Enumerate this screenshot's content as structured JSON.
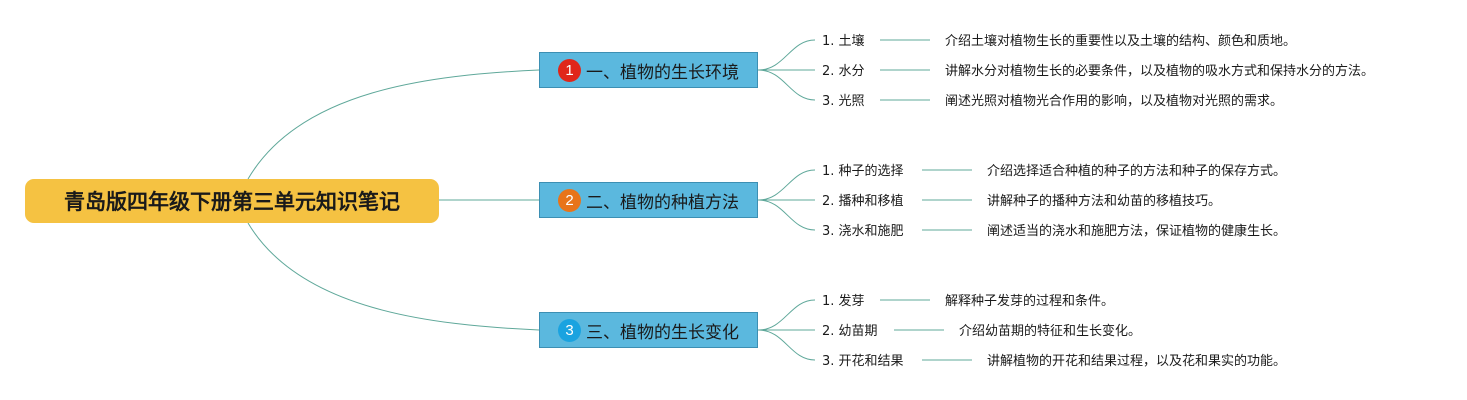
{
  "root": {
    "label": "青岛版四年级下册第三单元知识笔记"
  },
  "colors": {
    "root_fill": "#f5c242",
    "branch_fill": "#5bb8de",
    "branch_border": "#3c8fb3",
    "line": "#5fa89a",
    "badge_1": "#e0261a",
    "badge_2": "#e8741a",
    "badge_3": "#1aa3e0"
  },
  "branches": [
    {
      "number": "1",
      "label": "一、植物的生长环境",
      "leaves": [
        {
          "label": "1. 土壤",
          "desc": "介绍土壤对植物生长的重要性以及土壤的结构、颜色和质地。"
        },
        {
          "label": "2. 水分",
          "desc": "讲解水分对植物生长的必要条件，以及植物的吸水方式和保持水分的方法。"
        },
        {
          "label": "3. 光照",
          "desc": "阐述光照对植物光合作用的影响，以及植物对光照的需求。"
        }
      ]
    },
    {
      "number": "2",
      "label": "二、植物的种植方法",
      "leaves": [
        {
          "label": "1. 种子的选择",
          "desc": "介绍选择适合种植的种子的方法和种子的保存方式。"
        },
        {
          "label": "2. 播种和移植",
          "desc": "讲解种子的播种方法和幼苗的移植技巧。"
        },
        {
          "label": "3. 浇水和施肥",
          "desc": "阐述适当的浇水和施肥方法，保证植物的健康生长。"
        }
      ]
    },
    {
      "number": "3",
      "label": "三、植物的生长变化",
      "leaves": [
        {
          "label": "1. 发芽",
          "desc": "解释种子发芽的过程和条件。"
        },
        {
          "label": "2. 幼苗期",
          "desc": "介绍幼苗期的特征和生长变化。"
        },
        {
          "label": "3. 开花和结果",
          "desc": "讲解植物的开花和结果过程，以及花和果实的功能。"
        }
      ]
    }
  ]
}
